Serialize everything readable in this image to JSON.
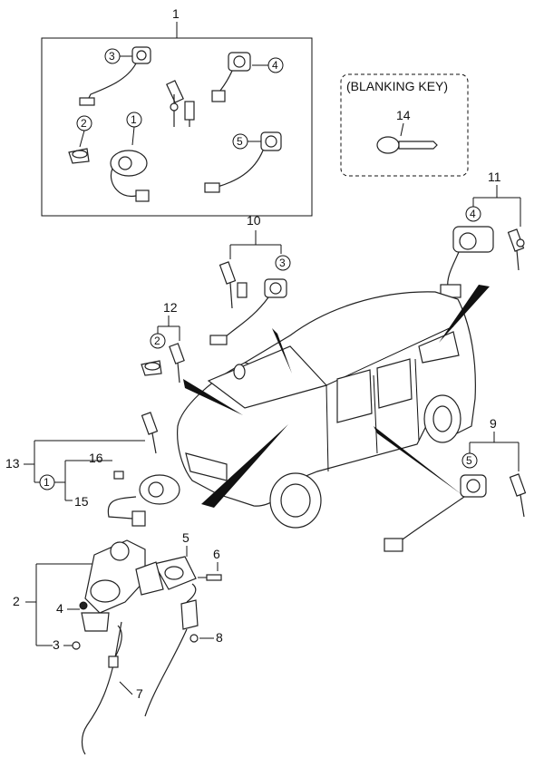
{
  "blanking_key_label": "(BLANKING KEY)",
  "labels": {
    "l1": "1",
    "l2": "2",
    "l3": "3",
    "l4": "4",
    "l5": "5",
    "l6": "6",
    "l7": "7",
    "l8": "8",
    "l9": "9",
    "l10": "10",
    "l11": "11",
    "l12": "12",
    "l13": "13",
    "l14": "14",
    "l15": "15",
    "l16": "16"
  },
  "circled": {
    "c3": "3",
    "c4": "4",
    "c2": "2",
    "c1": "1",
    "c5": "5"
  },
  "colors": {
    "line": "#111111",
    "background": "#ffffff"
  }
}
